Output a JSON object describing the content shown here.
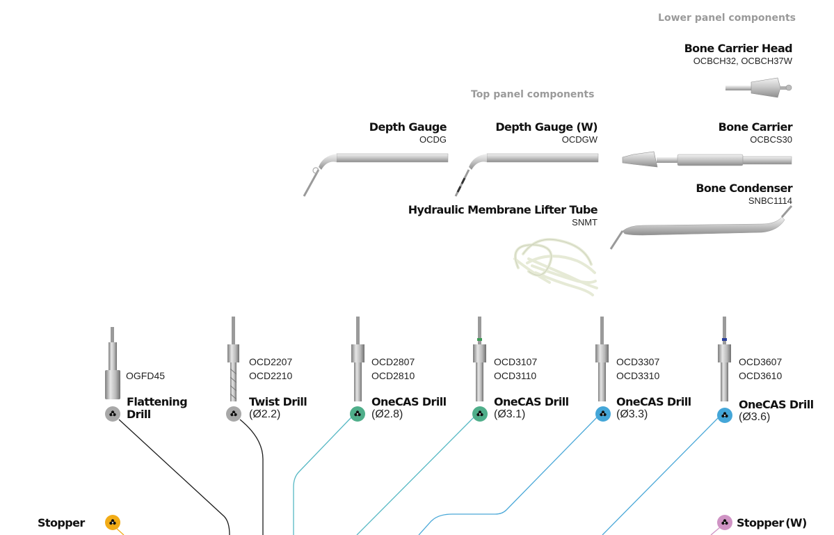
{
  "colors": {
    "gray_dot": "#a8a8a8",
    "teal_dot": "#4fae8a",
    "blue_dot": "#44a6d8",
    "orange_dot": "#f2ac17",
    "pink_dot": "#cf93c4",
    "black_line": "#1a1a1a",
    "teal_line": "#56b8c4",
    "blue_line": "#4aa8d8"
  },
  "sections": {
    "lower": "Lower panel components",
    "top": "Top panel components"
  },
  "components": {
    "bone_carrier_head": {
      "name": "Bone Carrier Head",
      "code": "OCBCH32, OCBCH37W"
    },
    "depth_gauge": {
      "name": "Depth Gauge",
      "code": "OCDG"
    },
    "depth_gauge_w": {
      "name": "Depth Gauge (W)",
      "code": "OCDGW"
    },
    "bone_carrier": {
      "name": "Bone Carrier",
      "code": "OCBCS30"
    },
    "bone_condenser": {
      "name": "Bone Condenser",
      "code": "SNBC1114"
    },
    "membrane_tube": {
      "name": "Hydraulic Membrane Lifter Tube",
      "code": "SNMT"
    }
  },
  "drills": [
    {
      "name1": "Flattening",
      "name2": "Drill",
      "code1": "",
      "code2": "OGFD45",
      "icon": "flower-icon"
    },
    {
      "name1": "Twist Drill",
      "size": "(Ø2.2)",
      "code1": "OCD2207",
      "code2": "OCD2210",
      "icon": "flower-icon"
    },
    {
      "name1": "OneCAS Drill",
      "size": "(Ø2.8)",
      "code1": "OCD2807",
      "code2": "OCD2810",
      "icon": "flower-icon"
    },
    {
      "name1": "OneCAS Drill",
      "size": "(Ø3.1)",
      "code1": "OCD3107",
      "code2": "OCD3110",
      "icon": "flower-icon"
    },
    {
      "name1": "OneCAS Drill",
      "size": "(Ø3.3)",
      "code1": "OCD3307",
      "code2": "OCD3310",
      "icon": "flower-icon"
    },
    {
      "name1": "OneCAS Drill",
      "size": "(Ø3.6)",
      "code1": "OCD3607",
      "code2": "OCD3610",
      "icon": "flower-icon"
    }
  ],
  "stoppers": {
    "left": "Stopper",
    "right": "Stopper (W)"
  }
}
